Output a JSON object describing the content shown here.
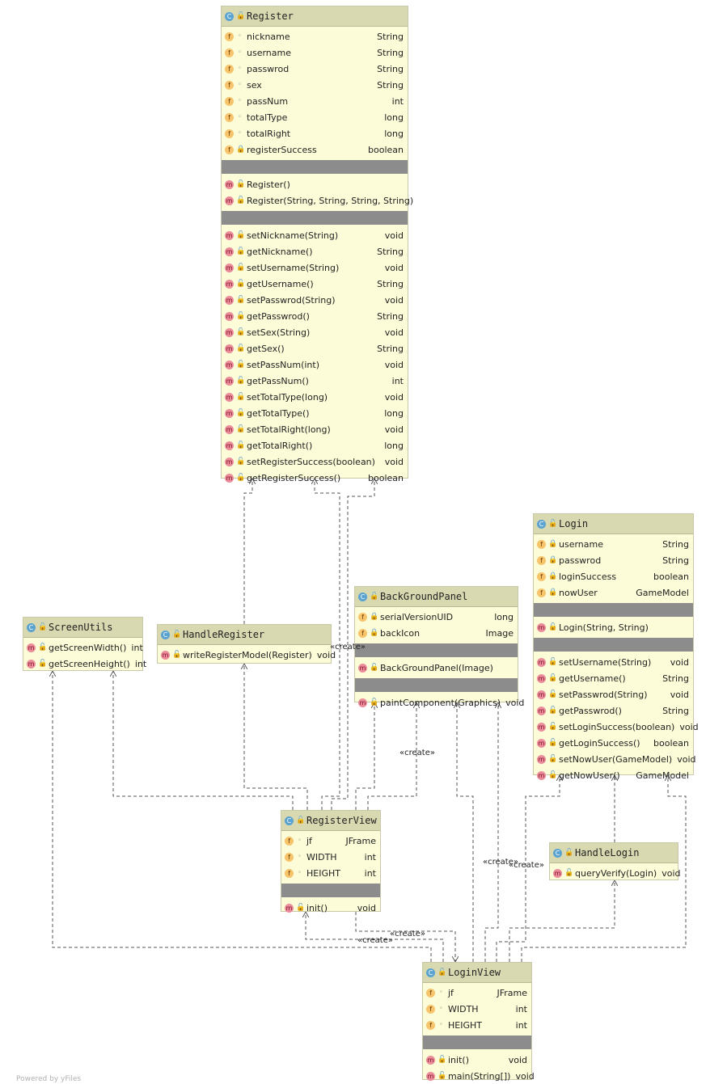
{
  "icons": {
    "class": "C",
    "field": "f",
    "method": "m",
    "visibility_package": "circle-outline-icon",
    "visibility_public": "open-lock-icon",
    "visibility_private": "lock-icon"
  },
  "classes": {
    "register": {
      "name": "Register",
      "fields": [
        {
          "name": "nickname",
          "type": "String"
        },
        {
          "name": "username",
          "type": "String"
        },
        {
          "name": "passwrod",
          "type": "String"
        },
        {
          "name": "sex",
          "type": "String"
        },
        {
          "name": "passNum",
          "type": "int"
        },
        {
          "name": "totalType",
          "type": "long"
        },
        {
          "name": "totalRight",
          "type": "long"
        },
        {
          "name": "registerSuccess",
          "type": "boolean"
        }
      ],
      "constructors": [
        {
          "name": "Register()",
          "type": ""
        },
        {
          "name": "Register(String, String, String, String)",
          "type": ""
        }
      ],
      "methods": [
        {
          "name": "setNickname(String)",
          "type": "void"
        },
        {
          "name": "getNickname()",
          "type": "String"
        },
        {
          "name": "setUsername(String)",
          "type": "void"
        },
        {
          "name": "getUsername()",
          "type": "String"
        },
        {
          "name": "setPasswrod(String)",
          "type": "void"
        },
        {
          "name": "getPasswrod()",
          "type": "String"
        },
        {
          "name": "setSex(String)",
          "type": "void"
        },
        {
          "name": "getSex()",
          "type": "String"
        },
        {
          "name": "setPassNum(int)",
          "type": "void"
        },
        {
          "name": "getPassNum()",
          "type": "int"
        },
        {
          "name": "setTotalType(long)",
          "type": "void"
        },
        {
          "name": "getTotalType()",
          "type": "long"
        },
        {
          "name": "setTotalRight(long)",
          "type": "void"
        },
        {
          "name": "getTotalRight()",
          "type": "long"
        },
        {
          "name": "setRegisterSuccess(boolean)",
          "type": "void"
        },
        {
          "name": "getRegisterSuccess()",
          "type": "boolean"
        }
      ]
    },
    "login": {
      "name": "Login",
      "fields": [
        {
          "name": "username",
          "type": "String"
        },
        {
          "name": "passwrod",
          "type": "String"
        },
        {
          "name": "loginSuccess",
          "type": "boolean"
        },
        {
          "name": "nowUser",
          "type": "GameModel"
        }
      ],
      "constructors": [
        {
          "name": "Login(String, String)",
          "type": ""
        }
      ],
      "methods": [
        {
          "name": "setUsername(String)",
          "type": "void"
        },
        {
          "name": "getUsername()",
          "type": "String"
        },
        {
          "name": "setPasswrod(String)",
          "type": "void"
        },
        {
          "name": "getPasswrod()",
          "type": "String"
        },
        {
          "name": "setLoginSuccess(boolean)",
          "type": "void"
        },
        {
          "name": "getLoginSuccess()",
          "type": "boolean"
        },
        {
          "name": "setNowUser(GameModel)",
          "type": "void"
        },
        {
          "name": "getNowUser()",
          "type": "GameModel"
        }
      ]
    },
    "screen_utils": {
      "name": "ScreenUtils",
      "methods": [
        {
          "name": "getScreenWidth()",
          "type": "int"
        },
        {
          "name": "getScreenHeight()",
          "type": "int"
        }
      ]
    },
    "handle_register": {
      "name": "HandleRegister",
      "methods": [
        {
          "name": "writeRegisterModel(Register)",
          "type": "void"
        }
      ]
    },
    "back_ground_panel": {
      "name": "BackGroundPanel",
      "fields": [
        {
          "name": "serialVersionUID",
          "type": "long"
        },
        {
          "name": "backIcon",
          "type": "Image"
        }
      ],
      "constructors": [
        {
          "name": "BackGroundPanel(Image)",
          "type": ""
        }
      ],
      "methods": [
        {
          "name": "paintComponent(Graphics)",
          "type": "void"
        }
      ]
    },
    "register_view": {
      "name": "RegisterView",
      "fields": [
        {
          "name": "jf",
          "type": "JFrame"
        },
        {
          "name": "WIDTH",
          "type": "int"
        },
        {
          "name": "HEIGHT",
          "type": "int"
        }
      ],
      "methods": [
        {
          "name": "init()",
          "type": "void"
        }
      ]
    },
    "handle_login": {
      "name": "HandleLogin",
      "methods": [
        {
          "name": "queryVerify(Login)",
          "type": "void"
        }
      ]
    },
    "login_view": {
      "name": "LoginView",
      "fields": [
        {
          "name": "jf",
          "type": "JFrame"
        },
        {
          "name": "WIDTH",
          "type": "int"
        },
        {
          "name": "HEIGHT",
          "type": "int"
        }
      ],
      "methods": [
        {
          "name": "init()",
          "type": "void"
        },
        {
          "name": "main(String[])",
          "type": "void"
        }
      ]
    }
  },
  "edge_labels": {
    "create_handle_register": "«create»",
    "create_back_ground_panel": "«create»",
    "create_login_a": "«create»",
    "create_login_b": "«create»",
    "create_register_view_a": "«create»",
    "create_register_view_b": "«create»"
  },
  "watermark": "Powered by yFiles"
}
